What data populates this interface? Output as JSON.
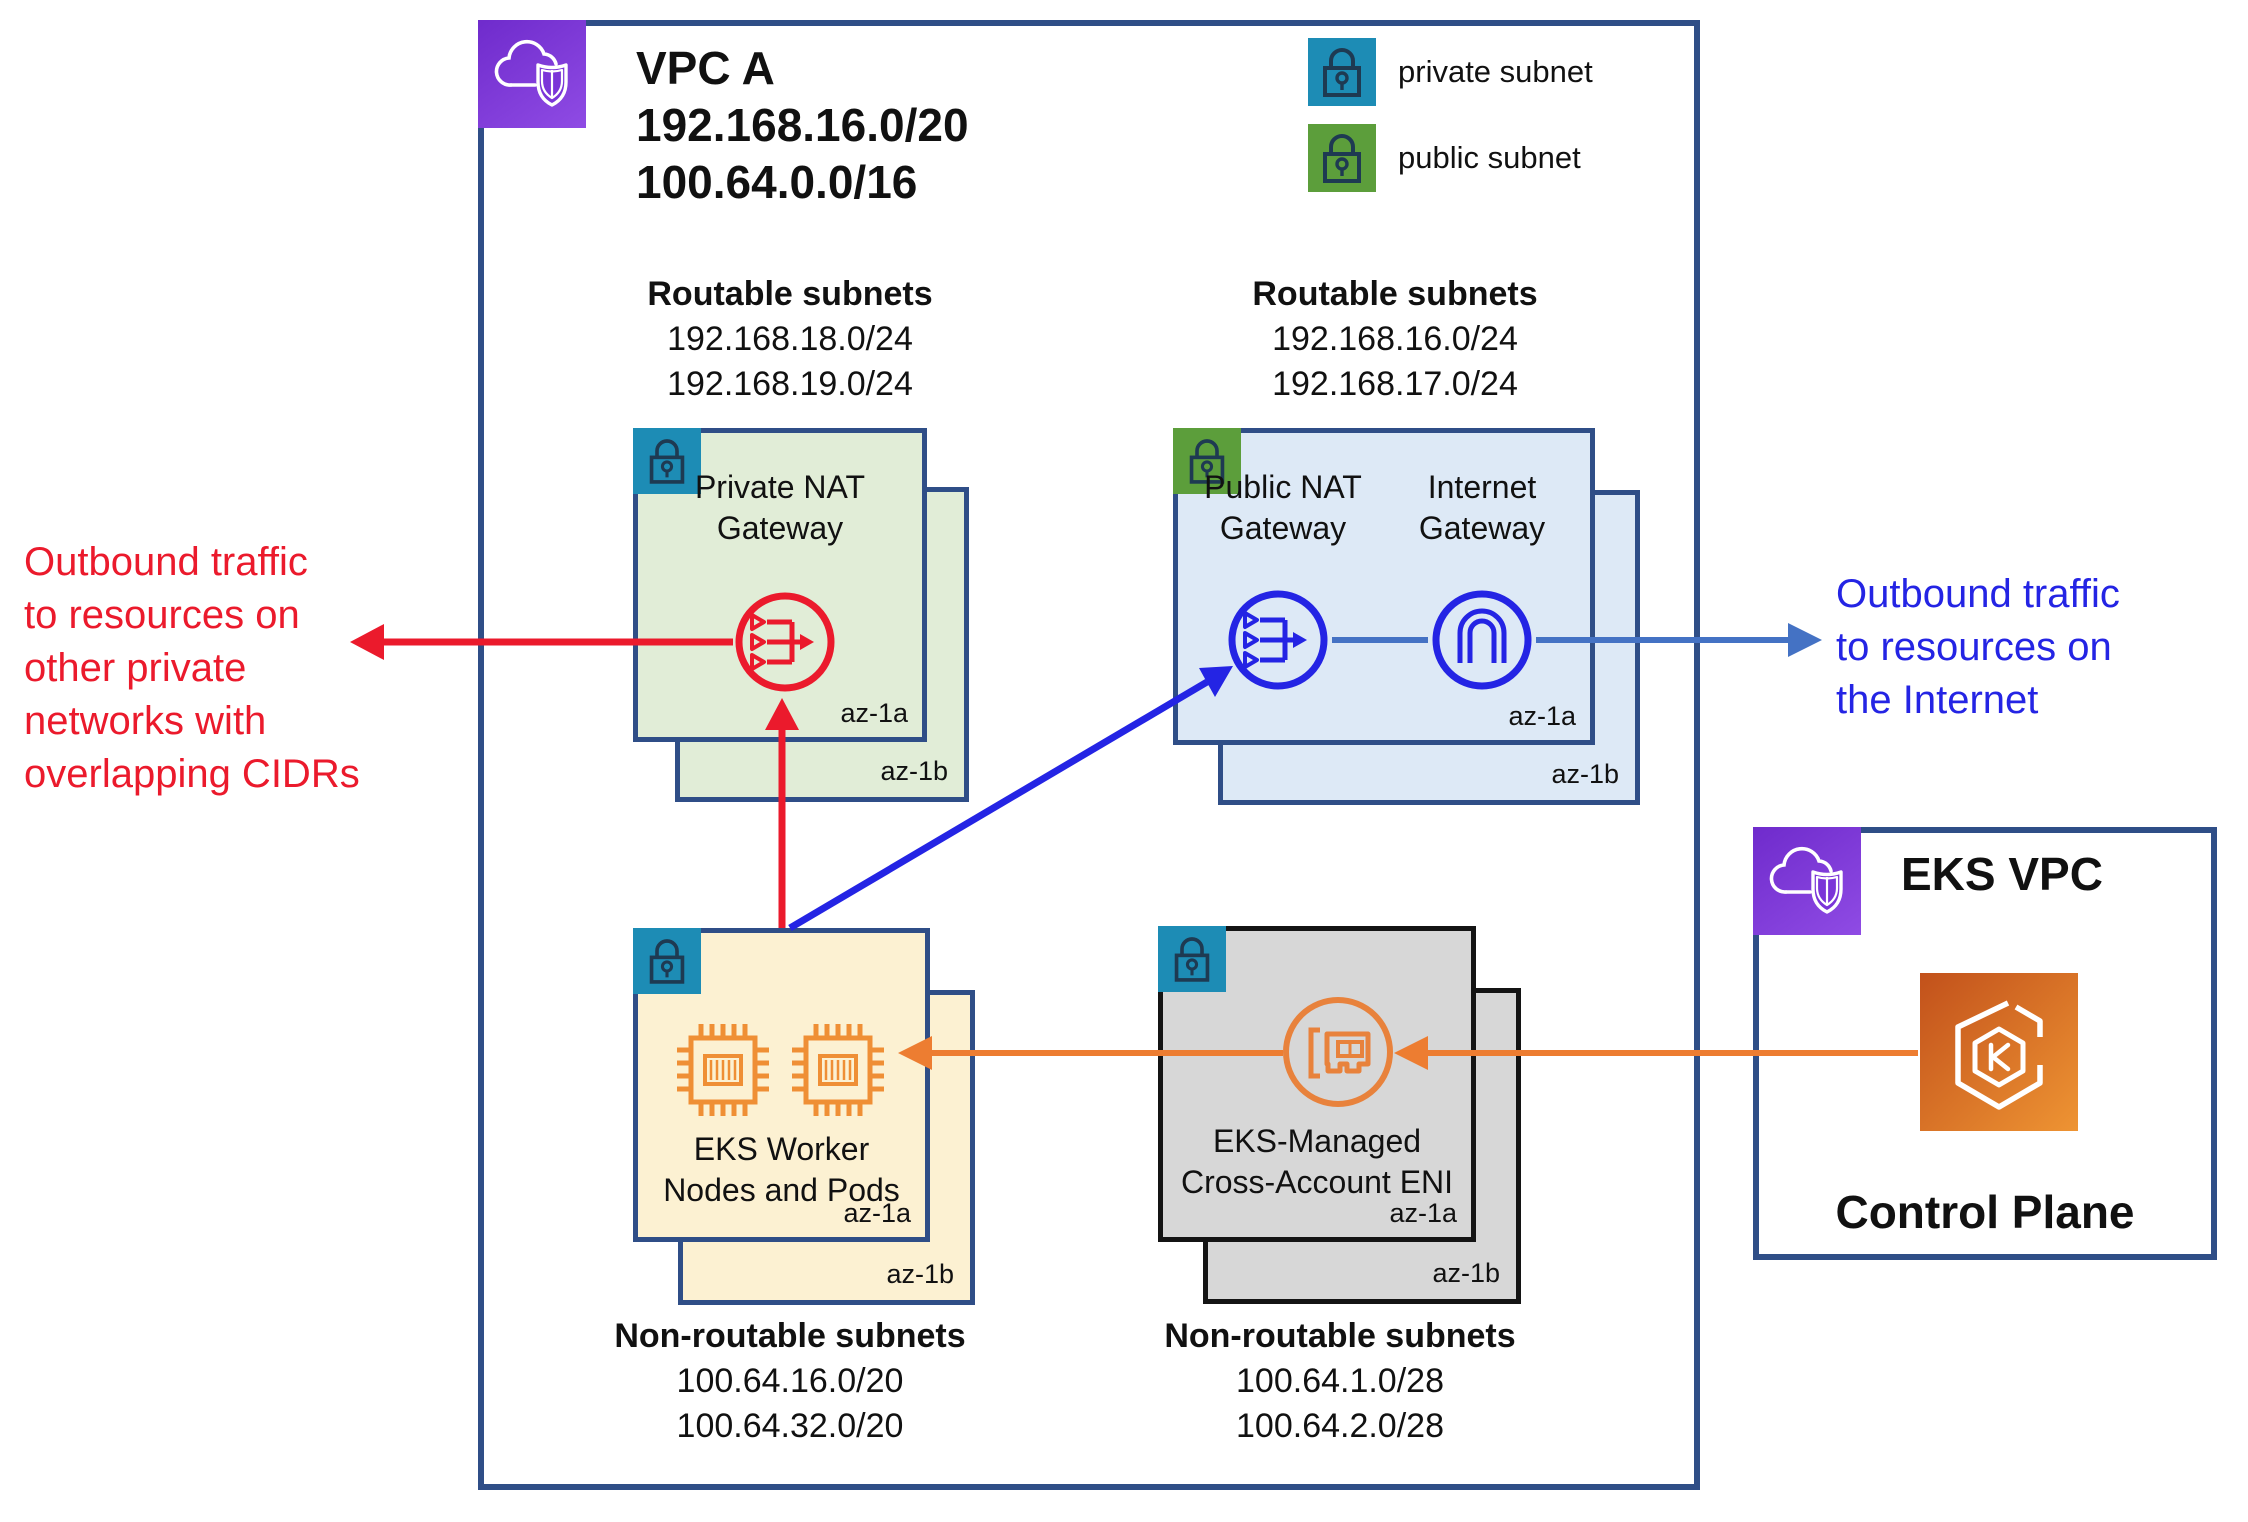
{
  "vpc_a": {
    "title": "VPC A",
    "cidr1": "192.168.16.0/20",
    "cidr2": "100.64.0.0/16"
  },
  "legend": {
    "private_label": "private subnet",
    "public_label": "public subnet"
  },
  "routable_left": {
    "title": "Routable subnets",
    "line1": "192.168.18.0/24",
    "line2": "192.168.19.0/24"
  },
  "routable_right": {
    "title": "Routable subnets",
    "line1": "192.168.16.0/24",
    "line2": "192.168.17.0/24"
  },
  "nonroutable_left": {
    "title": "Non-routable subnets",
    "line1": "100.64.16.0/20",
    "line2": "100.64.32.0/20"
  },
  "nonroutable_right": {
    "title": "Non-routable subnets",
    "line1": "100.64.1.0/28",
    "line2": "100.64.2.0/28"
  },
  "private_nat_subnet": {
    "label": "Private NAT\nGateway",
    "az_front": "az-1a",
    "az_back": "az-1b"
  },
  "public_subnet": {
    "nat_label": "Public NAT\nGateway",
    "igw_label": "Internet\nGateway",
    "az_front": "az-1a",
    "az_back": "az-1b"
  },
  "worker_subnet": {
    "label": "EKS Worker\nNodes and Pods",
    "az_front": "az-1a",
    "az_back": "az-1b"
  },
  "eni_subnet": {
    "label": "EKS-Managed\nCross-Account ENI",
    "az_front": "az-1a",
    "az_back": "az-1b"
  },
  "eks_vpc": {
    "title": "EKS VPC",
    "control_plane_label": "Control Plane"
  },
  "annotations": {
    "red_text": "Outbound traffic\nto resources on\nother private\nnetworks with\noverlapping CIDRs",
    "blue_text": "Outbound traffic\nto resources on\nthe Internet"
  },
  "colors": {
    "vpc_border": "#2F4E87",
    "gray_border": "#141414",
    "private_badge_teal": "#1D8CB5",
    "public_badge_green": "#5C9E3B",
    "vpc_badge_purple": "#7B35D8",
    "green_subnet_fill": "#E1EDD7",
    "blue_subnet_fill": "#DDE9F6",
    "yellow_subnet_fill": "#FCF1D2",
    "gray_subnet_fill": "#D7D7D7",
    "red_arrow": "#EB1A2C",
    "bright_blue_arrow": "#2424E4",
    "steel_blue_line": "#4472C4",
    "orange_arrow": "#ED7D31",
    "lock_stroke": "#1E3A52"
  },
  "icons": {
    "vpc_badge": "cloud-shield-icon",
    "private_subnet_badge": "closed-lock-icon",
    "public_subnet_badge": "closed-lock-icon",
    "private_nat": "nat-gateway-icon",
    "public_nat": "nat-gateway-icon",
    "internet_gateway": "internet-gateway-icon",
    "worker_nodes": "instance-chip-icon",
    "cross_account_eni": "network-card-icon",
    "eks_control_plane": "eks-kubernetes-icon"
  }
}
